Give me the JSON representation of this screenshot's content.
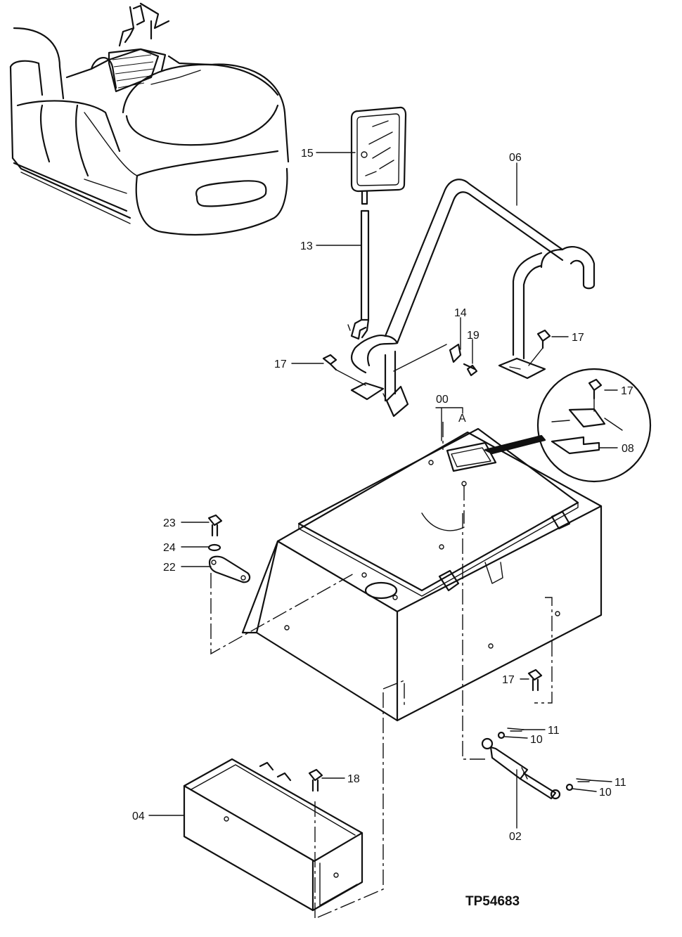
{
  "diagram": {
    "reference": "TP54683",
    "callouts": [
      {
        "id": "c15",
        "text": "15"
      },
      {
        "id": "c06",
        "text": "06"
      },
      {
        "id": "c13",
        "text": "13"
      },
      {
        "id": "c14",
        "text": "14"
      },
      {
        "id": "c19",
        "text": "19"
      },
      {
        "id": "c17a",
        "text": "17"
      },
      {
        "id": "c17b",
        "text": "17"
      },
      {
        "id": "c17c",
        "text": "17"
      },
      {
        "id": "c00",
        "text": "00"
      },
      {
        "id": "cA",
        "text": "A"
      },
      {
        "id": "c08",
        "text": "08"
      },
      {
        "id": "c23",
        "text": "23"
      },
      {
        "id": "c24",
        "text": "24"
      },
      {
        "id": "c22",
        "text": "22"
      },
      {
        "id": "c17d",
        "text": "17"
      },
      {
        "id": "c11a",
        "text": "11"
      },
      {
        "id": "c10a",
        "text": "10"
      },
      {
        "id": "c11b",
        "text": "11"
      },
      {
        "id": "c10b",
        "text": "10"
      },
      {
        "id": "c18",
        "text": "18"
      },
      {
        "id": "c04",
        "text": "04"
      },
      {
        "id": "c02",
        "text": "02"
      }
    ]
  }
}
